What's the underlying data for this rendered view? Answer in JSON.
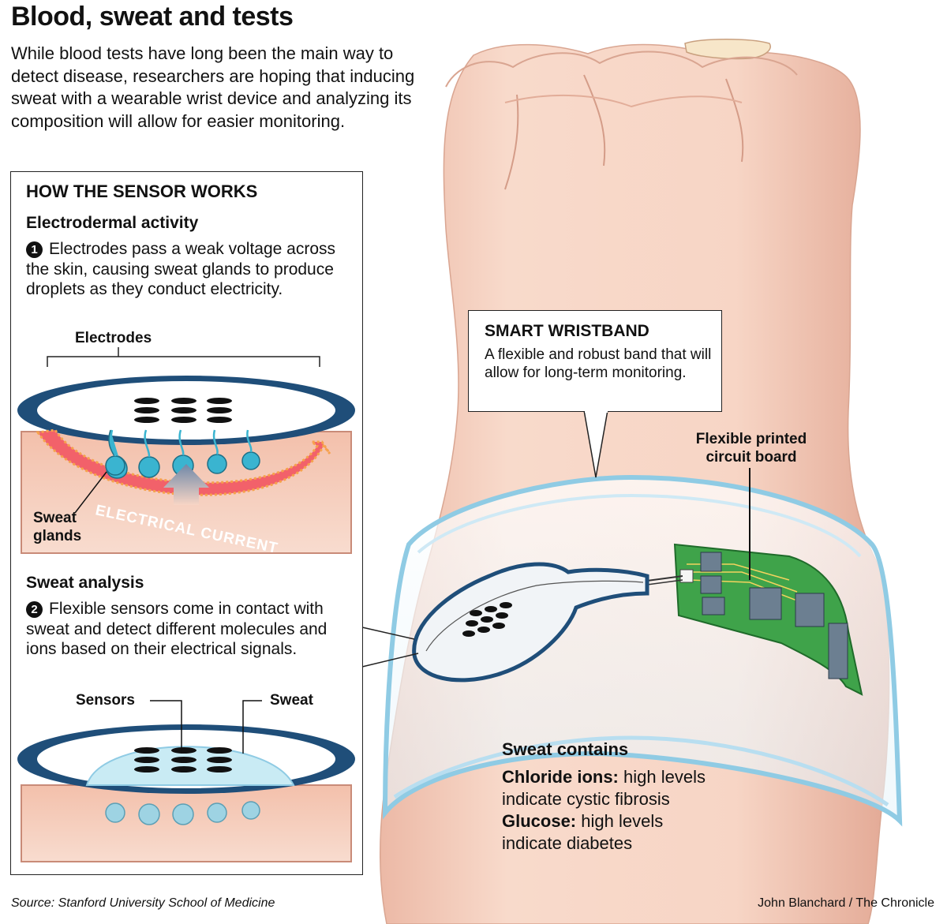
{
  "title": "Blood, sweat and tests",
  "intro": "While blood tests have long been the main way to detect disease, researchers are hoping that inducing sweat with a wearable wrist device and analyzing its composition will allow for easier monitoring.",
  "sensor_panel": {
    "heading": "HOW THE SENSOR WORKS",
    "electrodermal": {
      "heading": "Electrodermal activity",
      "step_number": "1",
      "text": "Electrodes pass a weak voltage across the skin, causing sweat glands to produce droplets as they conduct electricity."
    },
    "labels": {
      "electrodes": "Electrodes",
      "sweat_glands_line1": "Sweat",
      "sweat_glands_line2": "glands",
      "current": "ELECTRICAL CURRENT",
      "sensors": "Sensors",
      "sweat": "Sweat"
    },
    "analysis": {
      "heading": "Sweat analysis",
      "step_number": "2",
      "text": "Flexible sensors come in contact with sweat and detect different molecules and ions based on their electrical signals."
    }
  },
  "wristband": {
    "title": "SMART WRISTBAND",
    "description": "A flexible and robust band that will allow for long-term monitoring.",
    "pcb_label_line1": "Flexible printed",
    "pcb_label_line2": "circuit board"
  },
  "sweat_contains": {
    "title": "Sweat contains",
    "items": [
      {
        "name": "Chloride ions:",
        "text_line1": "high levels",
        "text_line2": "indicate cystic fibrosis"
      },
      {
        "name": "Glucose:",
        "text_line1": "high levels",
        "text_line2": "indicate diabetes"
      }
    ]
  },
  "source": "Source: Stanford University School of Medicine",
  "credit": "John Blanchard / The Chronicle",
  "colors": {
    "skin": "#f6d3c3",
    "skin_shadow": "#e9b8a6",
    "tissue": "#f2c3b0",
    "electrode_blue": "#1f4e79",
    "gland_cyan": "#3ab4d0",
    "current_red": "#f2616a",
    "band_blue": "#a9d8ec",
    "pcb_green": "#3fa34a"
  }
}
